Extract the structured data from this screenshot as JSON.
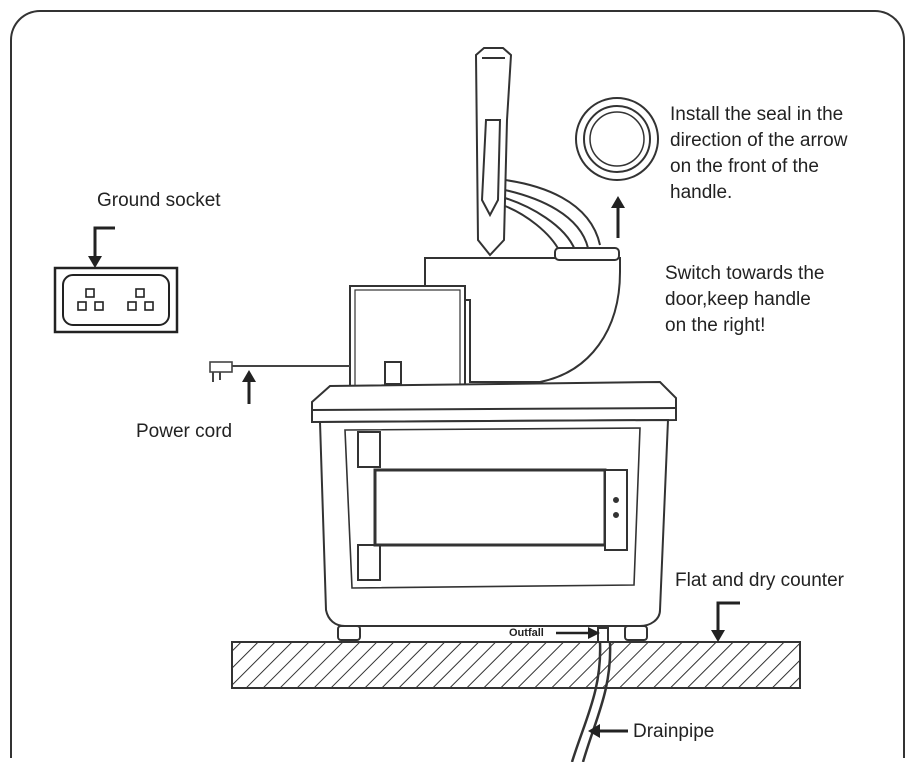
{
  "labels": {
    "ground_socket": "Ground socket",
    "power_cord": "Power cord",
    "seal_note_line1": "Install the seal in the",
    "seal_note_line2": "direction of the arrow",
    "seal_note_line3": "on the front of the",
    "seal_note_line4": "handle.",
    "switch_note_line1": "Switch towards the",
    "switch_note_line2": "door,keep handle",
    "switch_note_line3": "on the right!",
    "counter": "Flat and dry counter",
    "outfall": "Outfall",
    "drainpipe": "Drainpipe"
  }
}
